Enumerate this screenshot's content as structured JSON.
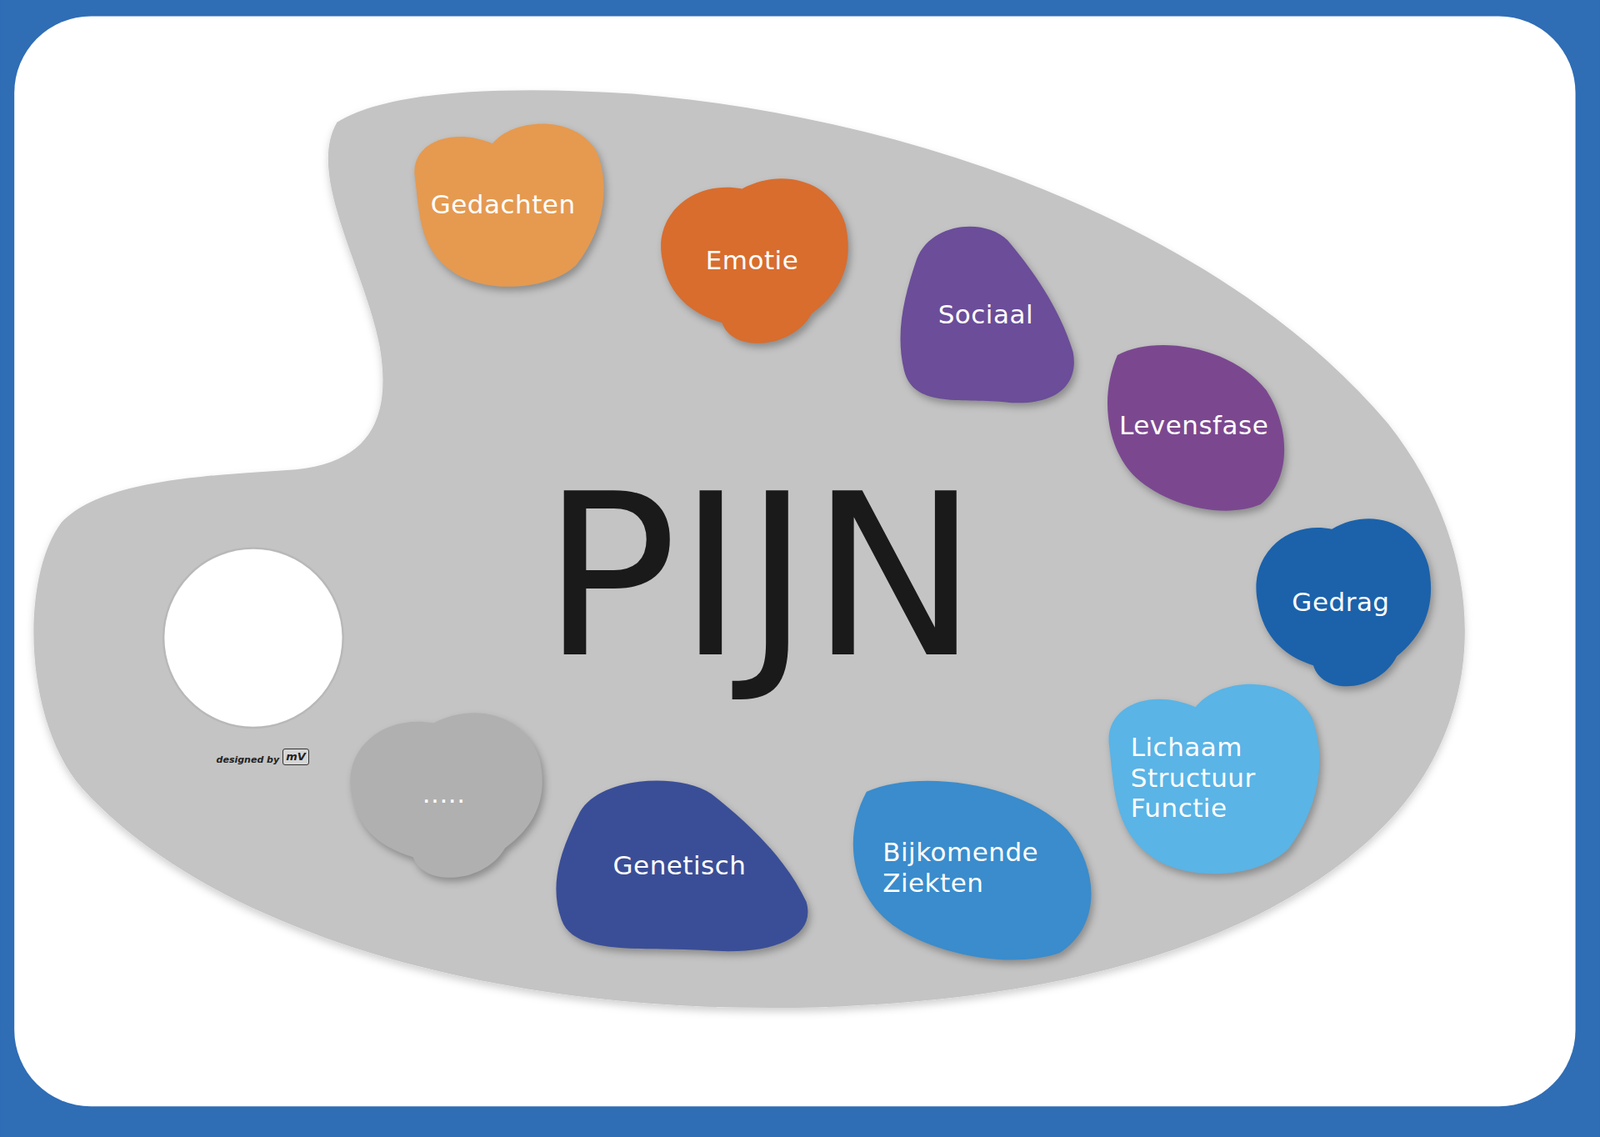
{
  "diagram": {
    "nodes": [
      {
        "text": [
          "PIJN"
        ]
      },
      {
        "text": [
          "Gedachten"
        ],
        "in": 0
      },
      {
        "text": [
          "Emotie"
        ],
        "in": 0
      },
      {
        "text": [
          "Sociaal"
        ],
        "in": 0
      },
      {
        "text": [
          "Levensfase"
        ],
        "in": 0
      },
      {
        "text": [
          "Gedrag"
        ],
        "in": 0
      },
      {
        "text": [
          "Lichaam Structuur Functie"
        ],
        "in": 0
      },
      {
        "text": [
          "Bijkomende Ziekten"
        ],
        "in": 0
      },
      {
        "text": [
          "Genetisch"
        ],
        "in": 0
      },
      {
        "text": [
          "....."
        ],
        "in": 0
      }
    ],
    "labels": [
      "designed by",
      "mV"
    ]
  }
}
